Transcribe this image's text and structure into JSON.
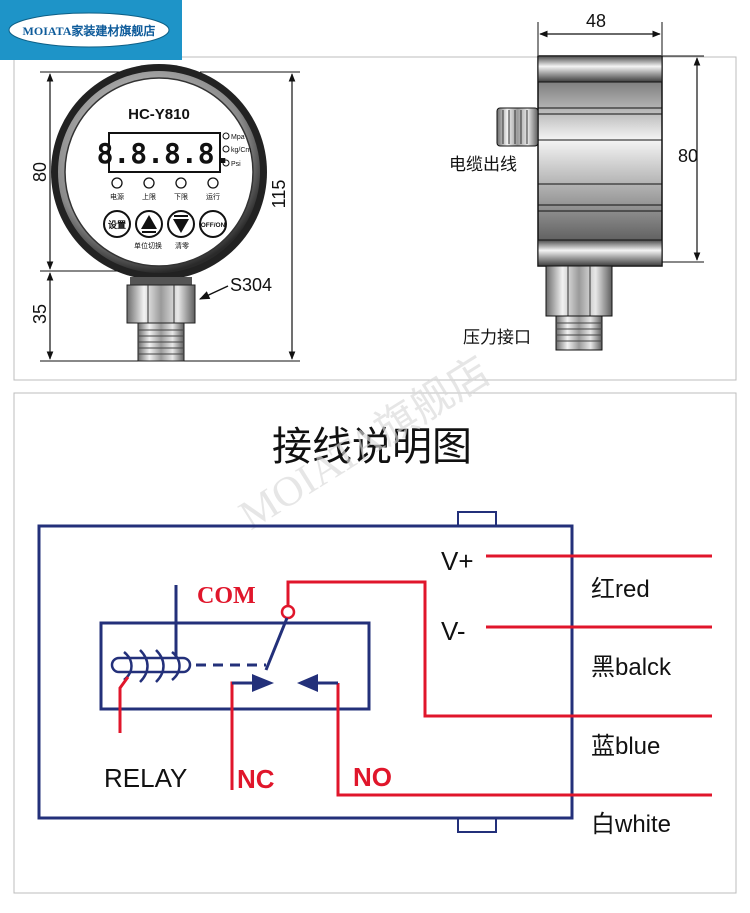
{
  "store_badge": {
    "text": "MOIATA家装建材旗舰店"
  },
  "watermark": {
    "text": "MOIATA旗舰店"
  },
  "device_front": {
    "model": "HC-Y810",
    "display": "8.8.8.8.",
    "units": [
      "Mpa",
      "kg/Cm",
      "Psi"
    ],
    "indicators": [
      "电源",
      "上限",
      "下限",
      "运行"
    ],
    "buttons": {
      "set": "设置",
      "onoff": "OFF/ON"
    },
    "button_captions": {
      "unit_switch": "单位切换",
      "zero": "清零"
    },
    "material": "S304",
    "dims": {
      "body_height": "80",
      "total_height": "115",
      "fitting_height": "35"
    }
  },
  "device_side": {
    "width_dim": "48",
    "height_dim": "80",
    "cable_label": "电缆出线",
    "port_label": "压力接口"
  },
  "wiring": {
    "title": "接线说明图",
    "terminals": {
      "vplus": "V+",
      "vminus": "V-",
      "com": "COM",
      "nc": "NC",
      "no": "NO",
      "relay": "RELAY"
    },
    "wire_labels": {
      "red": "红red",
      "black": "黑balck",
      "blue": "蓝blue",
      "white": "白white"
    },
    "colors": {
      "wire": "#e0162b",
      "frame": "#23307a"
    }
  }
}
